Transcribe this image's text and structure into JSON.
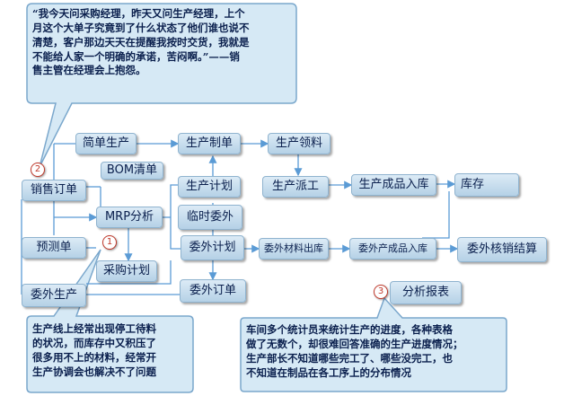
{
  "quotes": {
    "top": "“我今天问采购经理，昨天又问生产经理，上个\n月这个大单子究竟到了什么状态了他们谁也说不\n清楚，客户那边天天在提醒我按时交货，我就是\n不能给人家一个明确的承诺，苦闷啊。”——销\n售主管在经理会上抱怨。",
    "bottom_left": "生产线上经常出现停工待料\n的状况，而库存中又积压了\n很多用不上的材料，经常开\n生产协调会也解决不了问题",
    "bottom_right": "车间多个统计员来统计生产的进度，各种表格\n做了无数个，却很难回答准确的生产进度情况；\n生产部长不知道哪些完工了、哪些没完工，也\n不知道在制品在各工序上的分布情况"
  },
  "badges": {
    "one": "1",
    "two": "2",
    "three": "3"
  },
  "nodes": {
    "simple_production": "简单生产",
    "production_order": "生产制单",
    "material_pick": "生产领料",
    "bom": "BOM清单",
    "sales_order": "销售订单",
    "production_plan": "生产计划",
    "production_dispatch": "生产派工",
    "finished_inbound": "生产成品入库",
    "inventory": "库存",
    "mrp": "MRP分析",
    "temp_outsource": "临时委外",
    "forecast": "预测单",
    "outsource_plan": "委外计划",
    "outsource_material_out": "委外材料出库",
    "outsource_finished_in": "委外产成品入库",
    "outsource_settlement": "委外核销结算",
    "purchase_plan": "采购计划",
    "outsource_production": "委外生产",
    "outsource_order": "委外订单",
    "analysis_report": "分析报表"
  },
  "colors": {
    "node_fill_top": "#dcebf6",
    "node_fill_bottom": "#b5d1e6",
    "node_text": "#0a1f4d",
    "connector": "#5b9bd5",
    "bubble_fill": "#d6e9f5",
    "bubble_border": "#7aa7cc",
    "badge_red": "#c0392b"
  }
}
